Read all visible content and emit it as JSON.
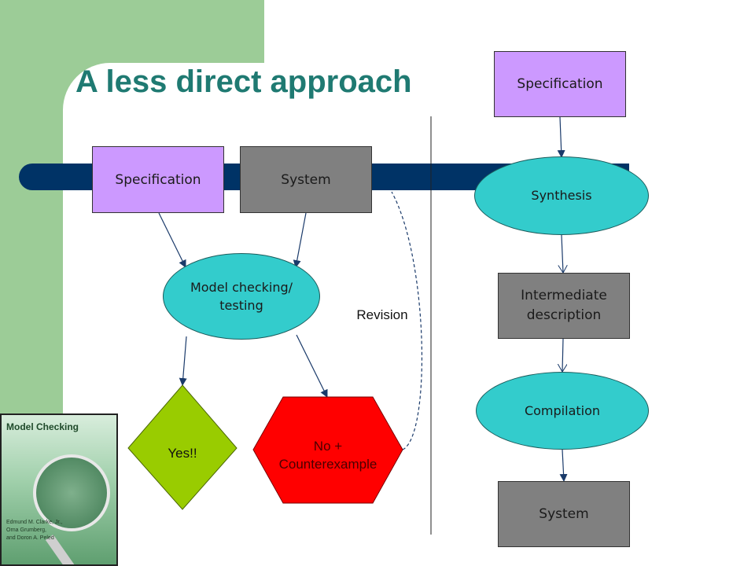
{
  "slide": {
    "title": "A less direct approach",
    "left_flow": {
      "specification": "Specification",
      "system": "System",
      "model_checking_line1": "Model checking/",
      "model_checking_line2": "testing",
      "yes": "Yes!!",
      "no_line1": "No +",
      "no_line2": "Counterexample",
      "revision": "Revision"
    },
    "right_flow": {
      "specification": "Specification",
      "synthesis": "Synthesis",
      "intermediate_line1": "Intermediate",
      "intermediate_line2": "description",
      "compilation": "Compilation",
      "system": "System"
    },
    "book": {
      "title": "Model Checking",
      "author1": "Edmund M. Clarke, Jr.,",
      "author2": "Orna Grumberg,",
      "author3": "and Doron A. Peled"
    },
    "colors": {
      "title": "#1f7a72",
      "specification_box": "#cc99ff",
      "system_box": "#808080",
      "process_ellipse": "#33cccc",
      "yes_diamond": "#99cc00",
      "no_hexagon": "#ff0000",
      "bar": "#003366",
      "side_panel": "#9ccc97"
    }
  }
}
